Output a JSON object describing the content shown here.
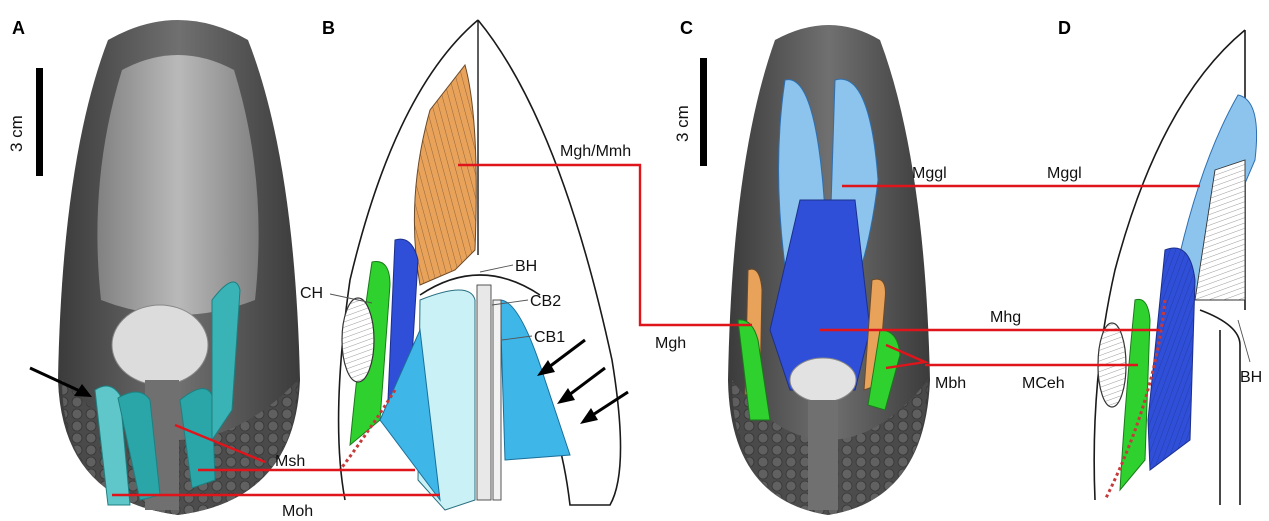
{
  "panels": {
    "A": {
      "letter": "A",
      "scale_bar_label": "3 cm"
    },
    "B": {
      "letter": "B"
    },
    "C": {
      "letter": "C",
      "scale_bar_label": "3 cm"
    },
    "D": {
      "letter": "D"
    }
  },
  "labels": {
    "msh": "Msh",
    "moh": "Moh",
    "mgh_mmh": "Mgh/Mmh",
    "ch": "CH",
    "bh_b": "BH",
    "cb2": "CB2",
    "cb1": "CB1",
    "mgh": "Mgh",
    "mggl_c": "Mggl",
    "mggl_d": "Mggl",
    "mhg": "Mhg",
    "mbh": "Mbh",
    "mceh": "MCeh",
    "bh_d": "BH"
  },
  "colors": {
    "leader_lines": "#e0141b",
    "muscle_orange": "#e8a25a",
    "muscle_blue_dark": "#2f4fd8",
    "muscle_blue_light": "#8cc4ee",
    "muscle_cyan": "#3fb6e8",
    "muscle_pale_cyan": "#c9f1f6",
    "muscle_green": "#2fd12f",
    "muscle_teal_3d": "#2aa5a8",
    "skull_3d_gray": "#5a5a5a"
  }
}
